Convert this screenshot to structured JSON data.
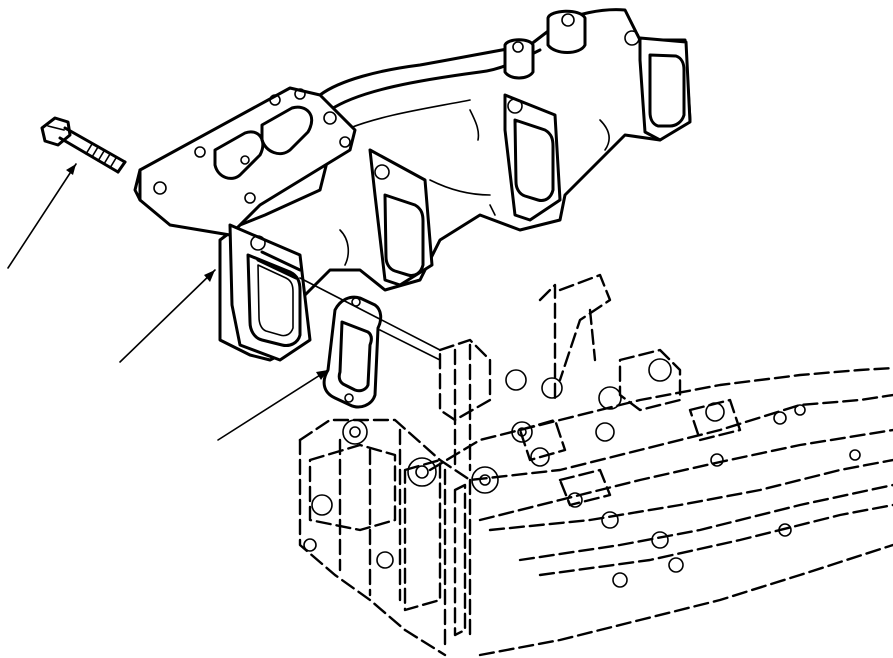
{
  "figure": {
    "kind": "exploded-view",
    "colors": {
      "ink": "#000000",
      "paper": "#ffffff"
    },
    "parts": [
      {
        "id": "bolt",
        "icon": "hex-flange-bolt-icon"
      },
      {
        "id": "exhaust-manifold",
        "icon": "exhaust-manifold-icon"
      },
      {
        "id": "gasket",
        "icon": "port-gasket-icon"
      },
      {
        "id": "cylinder-head",
        "icon": "cylinder-head-icon",
        "style": "dashed"
      }
    ],
    "leader_count": 3
  }
}
